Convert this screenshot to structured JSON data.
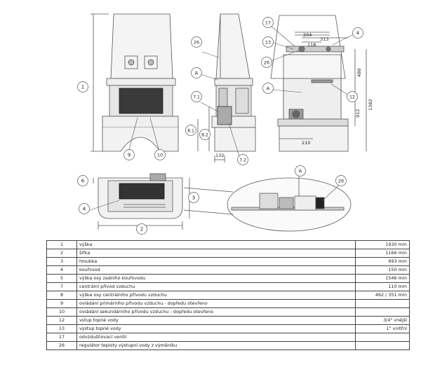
{
  "callouts": [
    "1",
    "2",
    "3",
    "4",
    "6",
    "7.1",
    "7.2",
    "8.1",
    "8.2",
    "9",
    "10",
    "12",
    "13",
    "17",
    "26",
    "A"
  ],
  "dimensions": {
    "d132": "132",
    "d204": "204",
    "d313": "313",
    "d118": "118",
    "d480": "480",
    "d912": "912",
    "d1382": "1382",
    "d210": "210"
  },
  "spec_rows": [
    {
      "n": "1",
      "label": "výška",
      "value": "1930 mm"
    },
    {
      "n": "2",
      "label": "šířka",
      "value": "1166 mm"
    },
    {
      "n": "3",
      "label": "hloubka",
      "value": "693 mm"
    },
    {
      "n": "4",
      "label": "kouřovod",
      "value": "150 mm"
    },
    {
      "n": "5",
      "label": "výška osy zadního kouřovodu",
      "value": "1546 mm"
    },
    {
      "n": "7",
      "label": "centrální přívod vzduchu",
      "value": "110 mm"
    },
    {
      "n": "8",
      "label": "výška osy centrálního přívodu vzduchu",
      "value": "462 / 351 mm"
    },
    {
      "n": "9",
      "label": "ovládání primárního přívodu vzduchu - dopředu otevřeno",
      "value": ""
    },
    {
      "n": "10",
      "label": "ovládání sekundárního přívodu vzduchu - dopředu otevřeno",
      "value": ""
    },
    {
      "n": "12",
      "label": "vstup topné vody",
      "value": "3/4\" vnější"
    },
    {
      "n": "13",
      "label": "výstup topné vody",
      "value": "1\" vnitřní"
    },
    {
      "n": "17",
      "label": "odvzdušňovací ventil",
      "value": ""
    },
    {
      "n": "26",
      "label": "regulátor teploty výstupní vody z výměníku",
      "value": ""
    }
  ],
  "colors": {
    "line": "#555555",
    "dark": "#2a2a2a",
    "fill": "#e9e9e9",
    "table_border": "#444444"
  }
}
